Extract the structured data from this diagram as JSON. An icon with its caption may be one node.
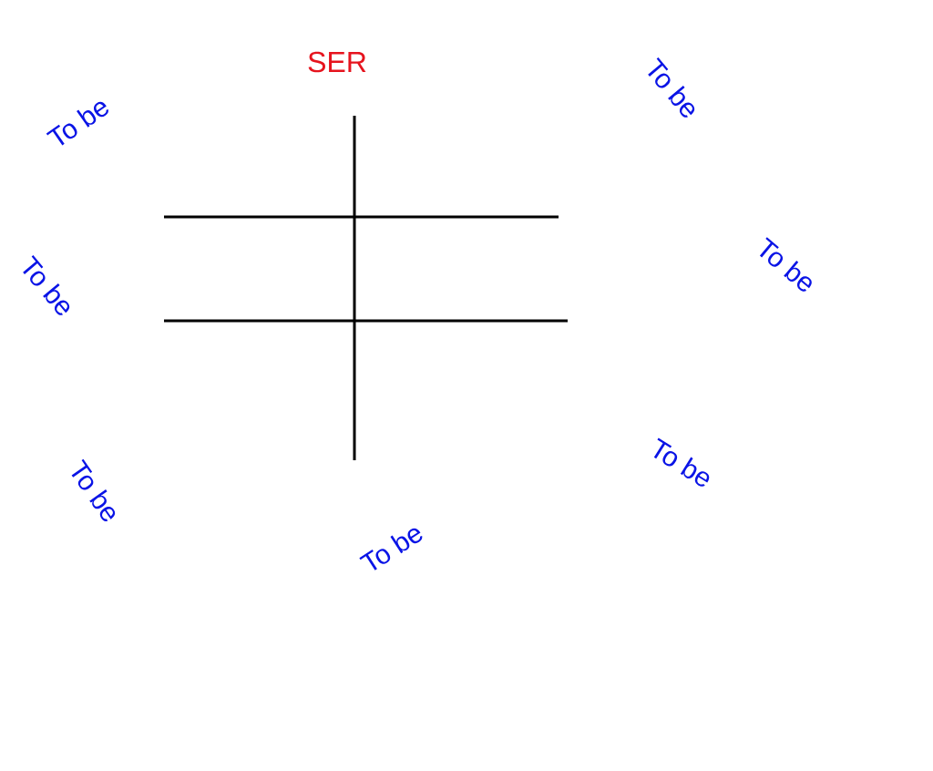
{
  "diagram": {
    "title": "SER",
    "labels": [
      "To be",
      "To be",
      "To be",
      "To be",
      "To be",
      "To be",
      "To be"
    ]
  }
}
